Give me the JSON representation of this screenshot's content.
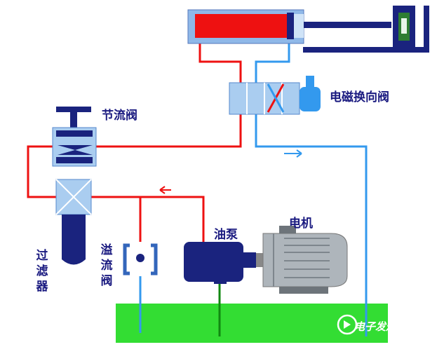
{
  "labels": {
    "throttle_valve": "节流阀",
    "solenoid_valve": "电磁换向阀",
    "oil_pump": "油泵",
    "motor": "电机",
    "filter": "过滤器",
    "relief_valve": "溢流阀"
  },
  "watermark": "电子发烧友",
  "colors": {
    "pressure_line": "#ee1111",
    "return_line": "#3399ee",
    "tank": "#33dd33",
    "component_dark": "#1a237e",
    "component_light": "#b3d4f0"
  }
}
